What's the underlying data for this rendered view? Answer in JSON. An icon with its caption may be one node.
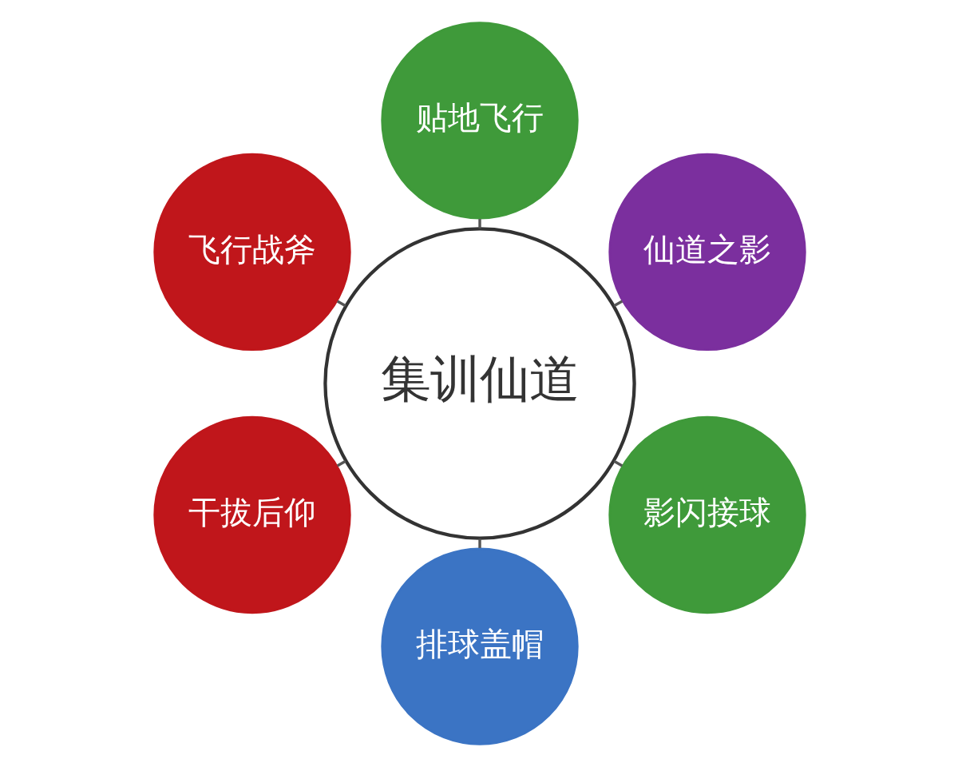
{
  "diagram": {
    "nodes": [
      {
        "text": [
          "集训仙道"
        ]
      },
      {
        "text": [
          "仙道之影"
        ]
      },
      {
        "text": [
          "贴地飞行"
        ]
      },
      {
        "text": [
          "飞行战斧"
        ]
      },
      {
        "text": [
          "干拔后仰"
        ]
      },
      {
        "text": [
          "排球盖帽"
        ]
      },
      {
        "text": [
          "影闪接球"
        ]
      }
    ],
    "edges": [
      {
        "from": 0,
        "to": 1,
        "arrow": "none"
      },
      {
        "from": 0,
        "to": 2,
        "arrow": "none"
      },
      {
        "from": 0,
        "to": 3,
        "arrow": "none"
      },
      {
        "from": 0,
        "to": 4,
        "arrow": "none"
      },
      {
        "from": 0,
        "to": 5,
        "arrow": "none"
      },
      {
        "from": 0,
        "to": 6,
        "arrow": "none"
      }
    ]
  }
}
